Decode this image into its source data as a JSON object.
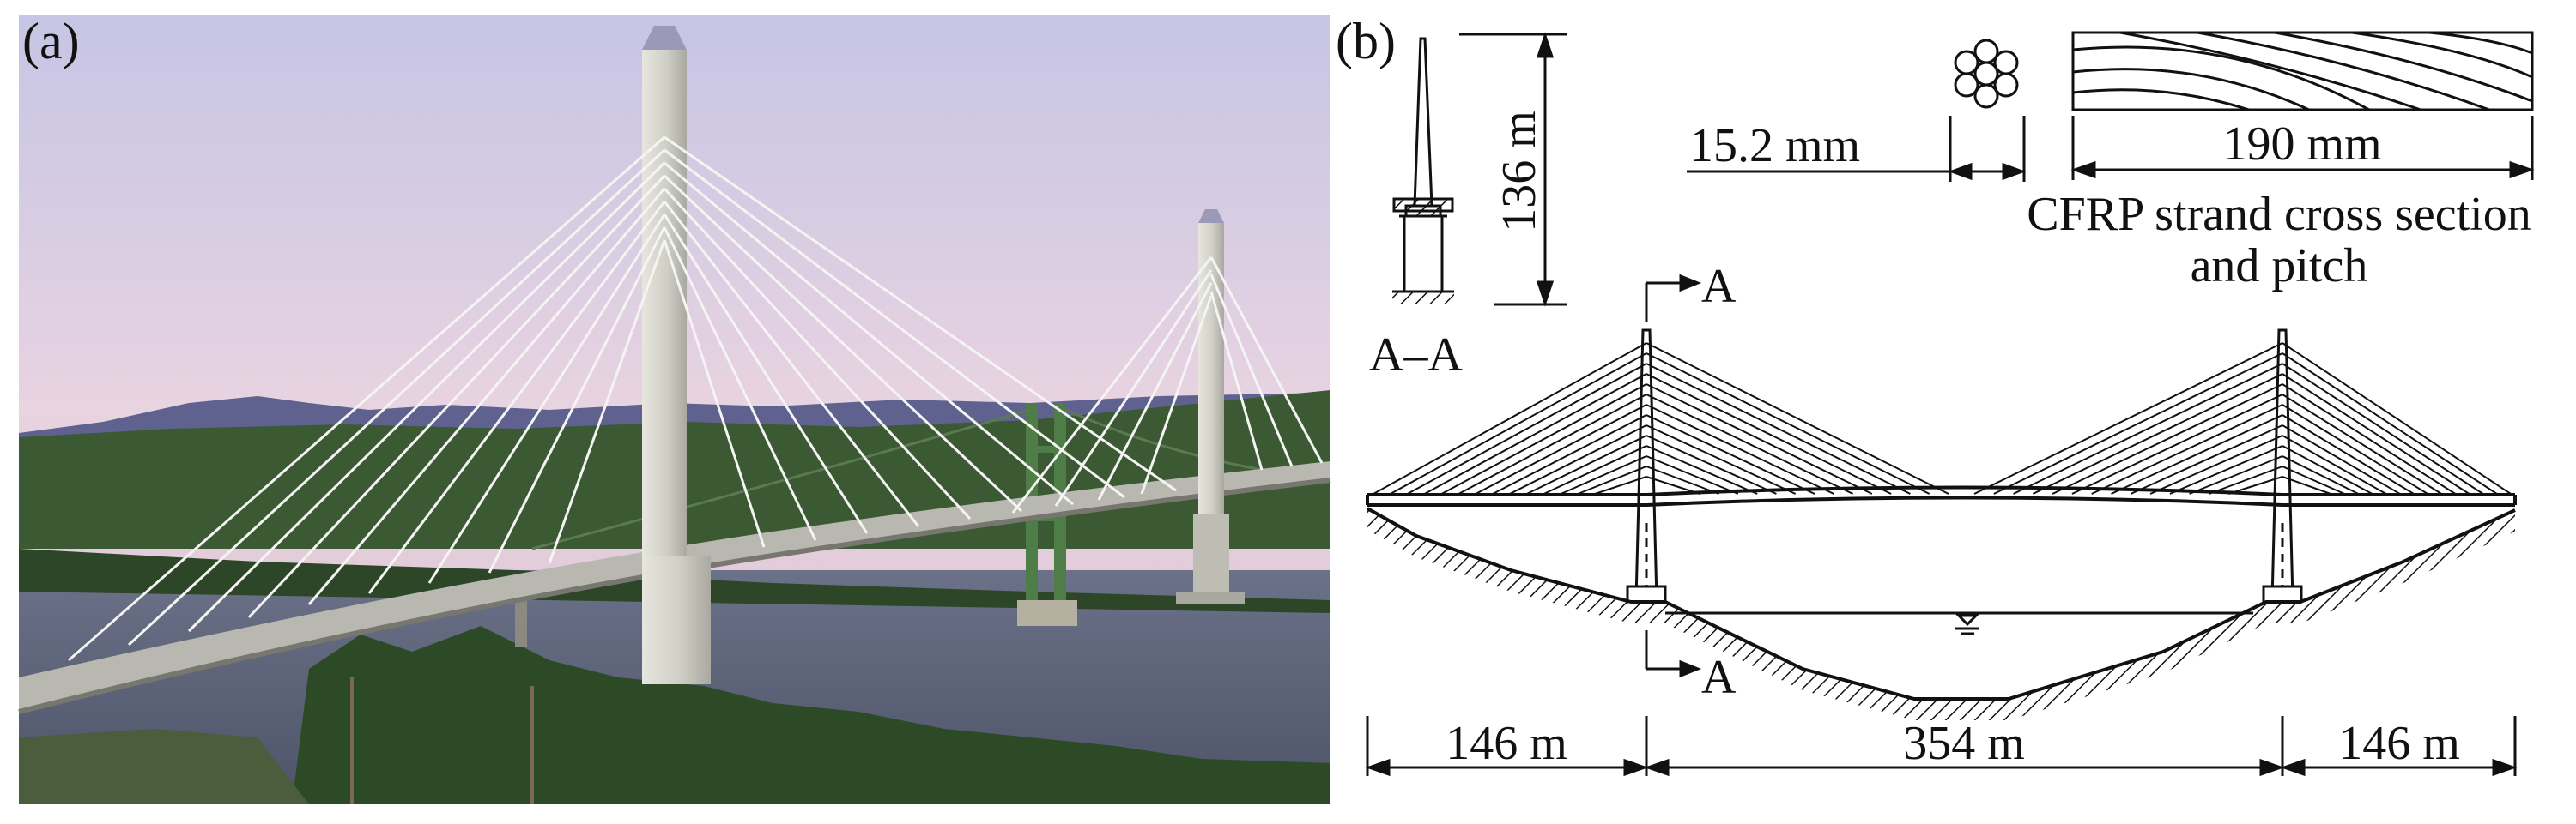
{
  "panel_a": {
    "label": "(a)"
  },
  "panel_b": {
    "label": "(b)",
    "tower_height": "136 m",
    "strand_diameter": "15.2 mm",
    "strand_pitch": "190 mm",
    "strand_caption_line1": "CFRP strand cross section",
    "strand_caption_line2": "and pitch",
    "section_mark_top": "A",
    "section_mark_bottom": "A",
    "section_label": "A–A",
    "span_left": "146 m",
    "span_main": "354 m",
    "span_right": "146 m"
  },
  "colors": {
    "sky_top": "#c9c9e6",
    "sky_mid": "#e9d4e2",
    "sky_horizon": "#ddc4cf",
    "mountain": "#5d5f8c",
    "forest": "#2f4a2a",
    "forest_light": "#3f6136",
    "water": "#5b6378",
    "tower": "#cfcfc6",
    "deck": "#b9b9b3",
    "cable": "#f2f2f0",
    "green_tower": "#4e7d47",
    "ink": "#111111"
  }
}
